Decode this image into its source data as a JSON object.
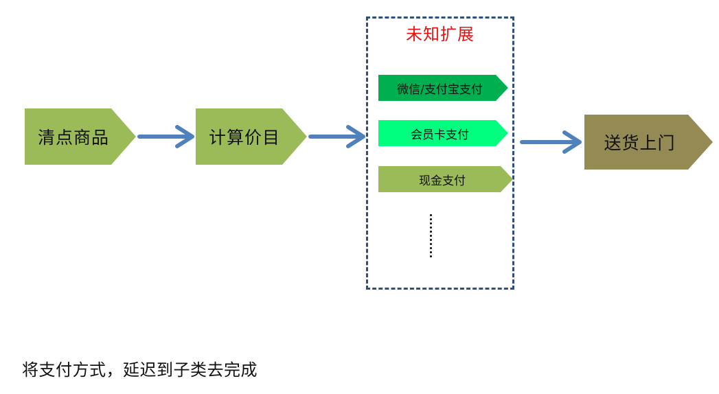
{
  "steps": {
    "count_goods": "清点商品",
    "calc_price": "计算价目",
    "deliver": "送货上门"
  },
  "extension": {
    "title": "未知扩展",
    "payments": [
      "微信/支付宝支付",
      "会员卡支付",
      "现金支付"
    ]
  },
  "note": "将支付方式，延迟到子类去完成",
  "colors": {
    "step_green": "#9bbb59",
    "step_olive": "#948a54",
    "pay_dark_green": "#00b050",
    "pay_bright_green": "#00ff7f",
    "pay_light_green": "#9bbb59",
    "arrow_blue": "#4f81bd",
    "box_border": "#2f4f7f",
    "title_red": "#ee1111"
  },
  "icons": {
    "flow_arrow": "right-arrow-icon",
    "more": "vertical-ellipsis-icon"
  }
}
